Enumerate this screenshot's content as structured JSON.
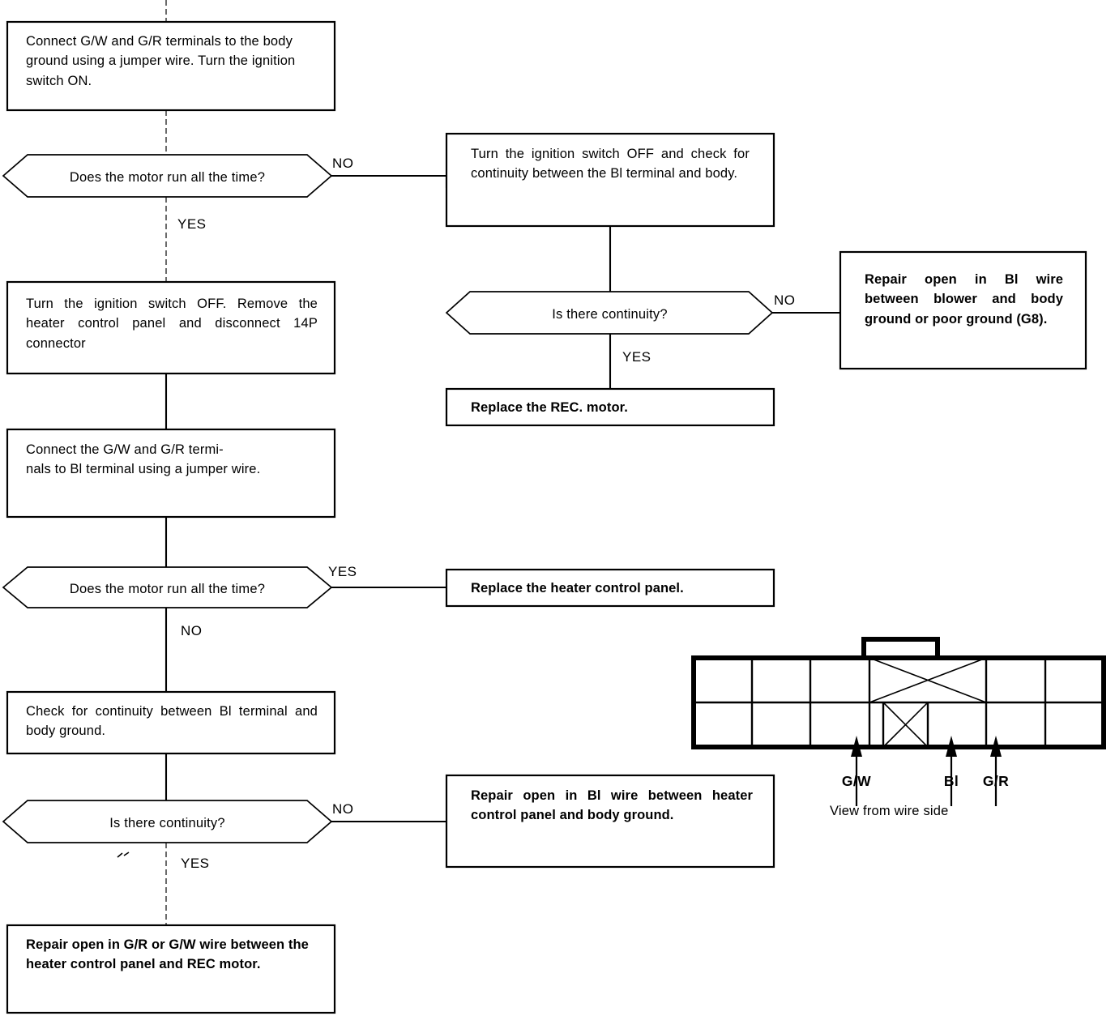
{
  "diagram": {
    "title": "REC motor troubleshooting flowchart",
    "colors": {
      "ink": "#000000",
      "paper": "#ffffff"
    },
    "nodes": {
      "n1": {
        "type": "process",
        "text": "Connect G/W and G/R terminals to the body ground using a jumper wire. Turn the ignition switch ON."
      },
      "n2": {
        "type": "decision",
        "text": "Does the motor run all the time?"
      },
      "n3": {
        "type": "process",
        "text": "Turn the ignition switch OFF. Remove the heater control panel and disconnect 14P connector"
      },
      "n4": {
        "type": "process",
        "text": "Connect the G/W and G/R termi-\nnals to Bl terminal using a jumper wire."
      },
      "n5": {
        "type": "decision",
        "text": "Does the motor run all the time?"
      },
      "n6": {
        "type": "process",
        "text": "Check for continuity between Bl terminal and body ground."
      },
      "n7": {
        "type": "decision",
        "text": "Is there continuity?"
      },
      "n8": {
        "type": "terminal",
        "text": "Repair open in G/R or G/W wire between the heater control panel and REC motor."
      },
      "n9": {
        "type": "process",
        "text": "Turn the ignition switch OFF and check for continuity between the Bl terminal and body."
      },
      "n10": {
        "type": "decision",
        "text": "Is there continuity?"
      },
      "n11": {
        "type": "terminal",
        "text": "Replace the REC. motor."
      },
      "n12": {
        "type": "terminal",
        "text": "Repair open in Bl wire between blower and body ground or poor ground (G8)."
      },
      "n13": {
        "type": "terminal",
        "text": "Replace the heater control panel."
      },
      "n14": {
        "type": "terminal",
        "text": "Repair open in Bl wire between heater control panel and body ground."
      }
    },
    "branches": {
      "b1_no": "NO",
      "b1_yes": "YES",
      "b2_yes": "YES",
      "b2_no": "NO",
      "b3_no": "NO",
      "b3_yes": "YES",
      "b4_no": "NO",
      "b4_yes": "YES"
    },
    "connector": {
      "caption": "View from wire side",
      "pins": [
        {
          "id": "pin-gw",
          "label": "G/W"
        },
        {
          "id": "pin-bl",
          "label": "Bl"
        },
        {
          "id": "pin-gr",
          "label": "G/R"
        }
      ],
      "rows": 2,
      "columns": 7
    }
  }
}
